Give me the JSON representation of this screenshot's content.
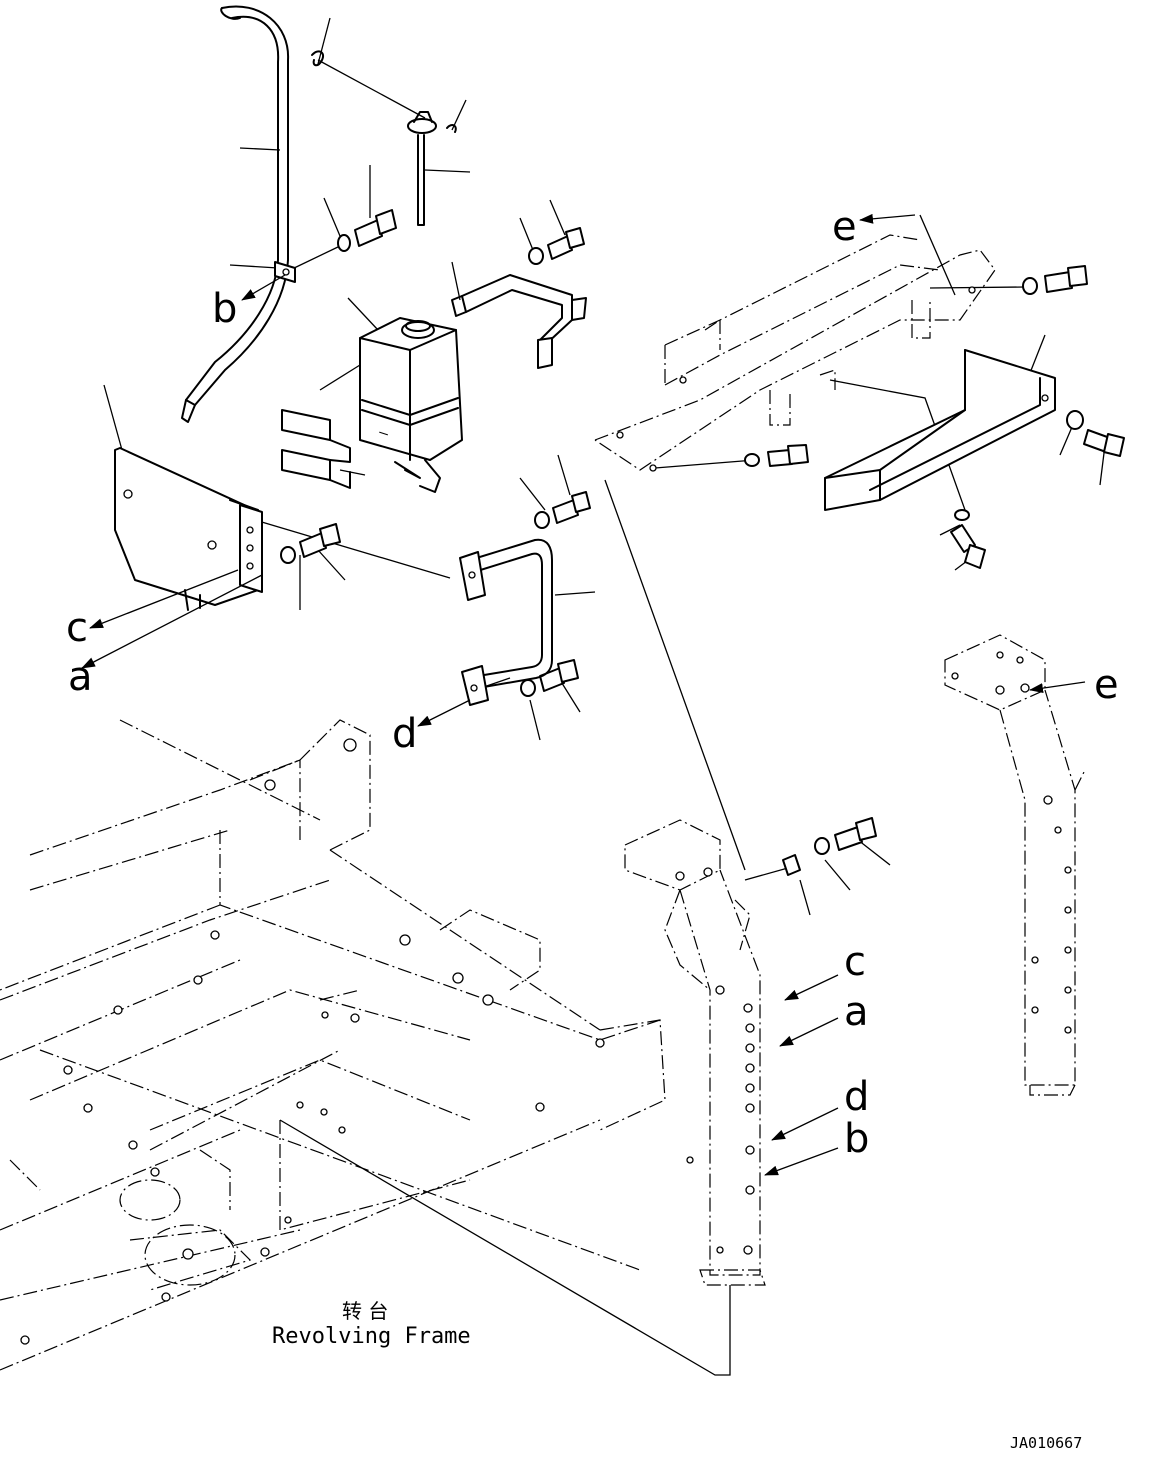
{
  "labels": {
    "a": "a",
    "b": "b",
    "c": "c",
    "d": "d",
    "e": "e"
  },
  "frame_caption_cn": "转 台",
  "frame_caption_en": "Revolving Frame",
  "drawing_number": "JA010667"
}
